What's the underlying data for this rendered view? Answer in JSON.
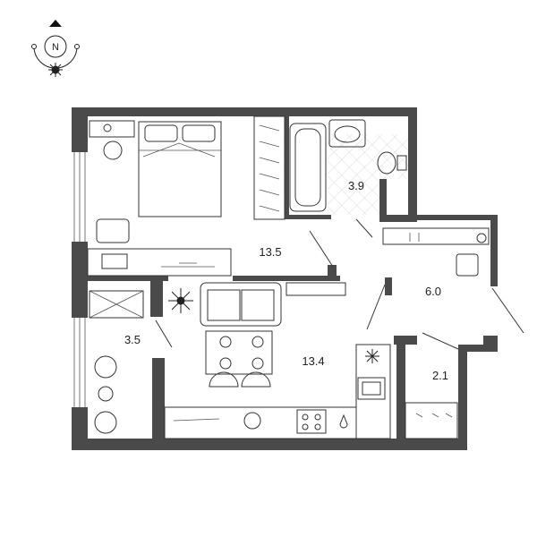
{
  "compass": {
    "north_label": "N"
  },
  "rooms": [
    {
      "id": "bedroom",
      "area": "13.5"
    },
    {
      "id": "bathroom",
      "area": "3.9"
    },
    {
      "id": "hall",
      "area": "6.0"
    },
    {
      "id": "balcony",
      "area": "3.5"
    },
    {
      "id": "kitchen-living",
      "area": "13.4"
    },
    {
      "id": "storage",
      "area": "2.1"
    }
  ],
  "colors": {
    "wall": "#4a4a4a",
    "tile": "#cfcfcf",
    "line": "#333333"
  }
}
